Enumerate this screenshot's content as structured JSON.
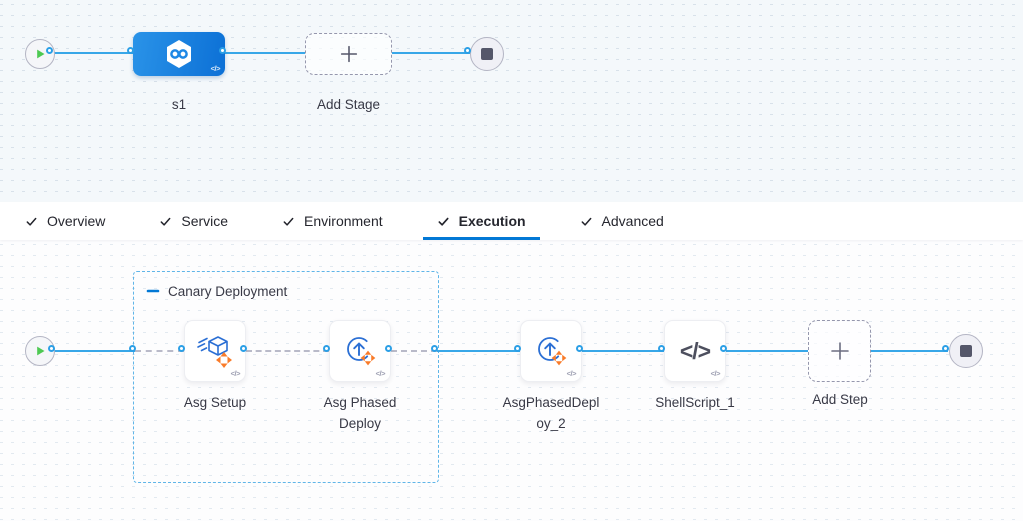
{
  "stage_canvas": {
    "start_node": {
      "icon": "play-icon"
    },
    "stage": {
      "label": "s1",
      "icon": "harness-cd-icon"
    },
    "add_stage": {
      "label": "Add Stage",
      "icon": "plus-icon"
    },
    "end_node": {
      "icon": "stop-icon"
    }
  },
  "tab_bar": {
    "check_icon": "check-icon",
    "tabs": [
      {
        "label": "Overview",
        "checked": true,
        "active": false
      },
      {
        "label": "Service",
        "checked": true,
        "active": false
      },
      {
        "label": "Environment",
        "checked": true,
        "active": false
      },
      {
        "label": "Execution",
        "checked": true,
        "active": true
      },
      {
        "label": "Advanced",
        "checked": true,
        "active": false
      }
    ]
  },
  "execution_canvas": {
    "group": {
      "label": "Canary Deployment",
      "collapse_icon": "minus-icon"
    },
    "steps": [
      {
        "label": "Asg Setup",
        "icon": "asg-setup-icon"
      },
      {
        "label": "Asg Phased Deploy",
        "icon": "asg-phased-deploy-icon"
      },
      {
        "label": "AsgPhasedDeploy_2",
        "icon": "asg-phased-deploy-icon"
      },
      {
        "label": "ShellScript_1",
        "icon": "shell-script-icon"
      }
    ],
    "add_step": {
      "label": "Add Step",
      "icon": "plus-icon"
    }
  },
  "icons": {
    "code_glyph": "</>"
  },
  "colors": {
    "accent_blue": "#0278d5",
    "stage_node_blue": "#1a88e4",
    "connector_blue": "#38a7e8",
    "dashed_connector_gray": "#b9bac9",
    "group_border_blue": "#5fb5e8",
    "success_green": "#4dc952",
    "step_arrow_orange": "#f97b29",
    "text_dark": "#383946"
  }
}
